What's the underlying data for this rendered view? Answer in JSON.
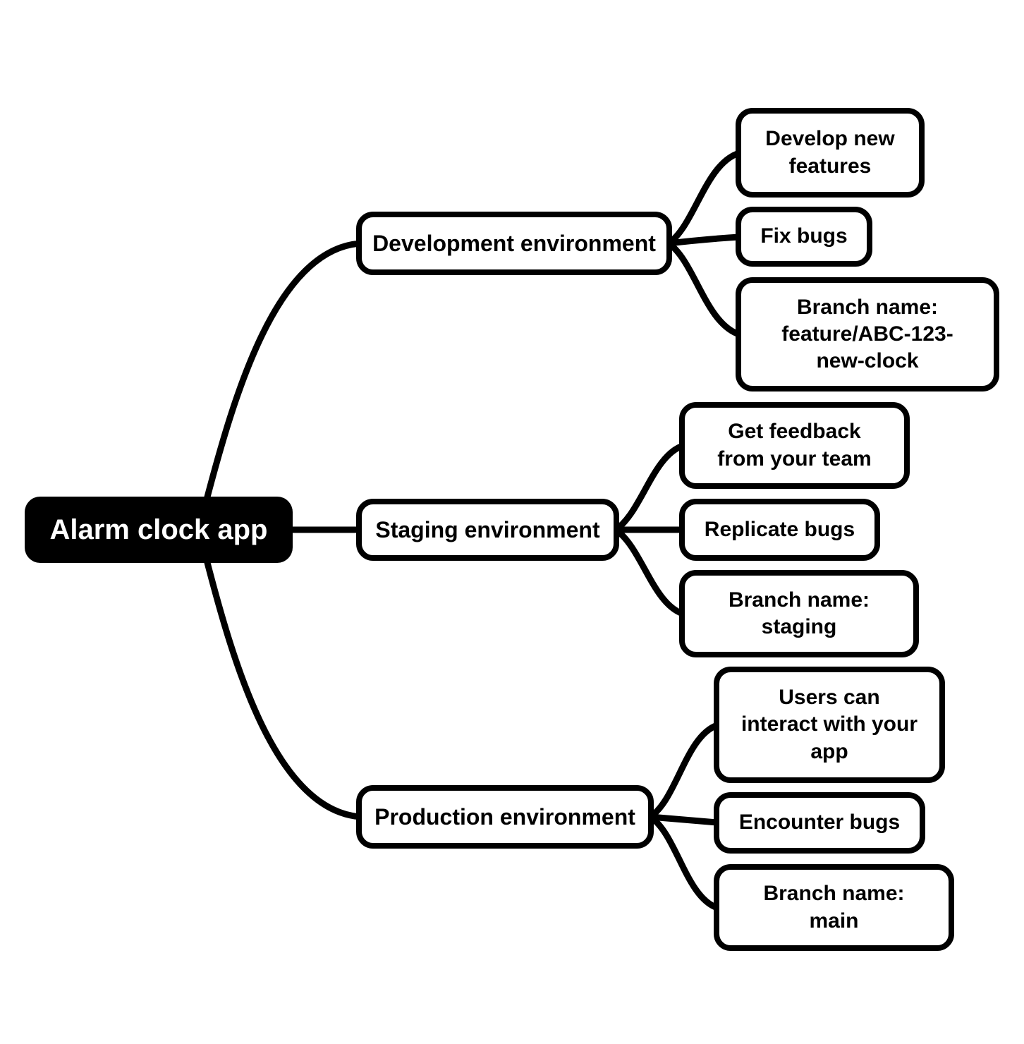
{
  "colors": {
    "background": "#ffffff",
    "node_fill": "#ffffff",
    "node_border": "#000000",
    "node_text": "#000000",
    "root_fill": "#000000",
    "root_text": "#ffffff",
    "connector": "#000000"
  },
  "mindmap": {
    "root": {
      "label": "Alarm clock app",
      "lines": [
        "Alarm clock app"
      ]
    },
    "branches": [
      {
        "label": "Development environment",
        "lines": [
          "Development environment"
        ],
        "children": [
          {
            "label": "Develop new features",
            "lines": [
              "Develop new",
              "features"
            ]
          },
          {
            "label": "Fix bugs",
            "lines": [
              "Fix bugs"
            ]
          },
          {
            "label": "Branch name: feature/ABC-123-new-clock",
            "lines": [
              "Branch name:",
              "feature/ABC-123-",
              "new-clock"
            ]
          }
        ]
      },
      {
        "label": "Staging environment",
        "lines": [
          "Staging environment"
        ],
        "children": [
          {
            "label": "Get feedback from your team",
            "lines": [
              "Get feedback",
              "from your team"
            ]
          },
          {
            "label": "Replicate bugs",
            "lines": [
              "Replicate bugs"
            ]
          },
          {
            "label": "Branch name: staging",
            "lines": [
              "Branch name:",
              "staging"
            ]
          }
        ]
      },
      {
        "label": "Production environment",
        "lines": [
          "Production environment"
        ],
        "children": [
          {
            "label": "Users can interact with your app",
            "lines": [
              "Users can",
              "interact with your",
              "app"
            ]
          },
          {
            "label": "Encounter bugs",
            "lines": [
              "Encounter bugs"
            ]
          },
          {
            "label": "Branch name: main",
            "lines": [
              "Branch name:",
              "main"
            ]
          }
        ]
      }
    ]
  }
}
